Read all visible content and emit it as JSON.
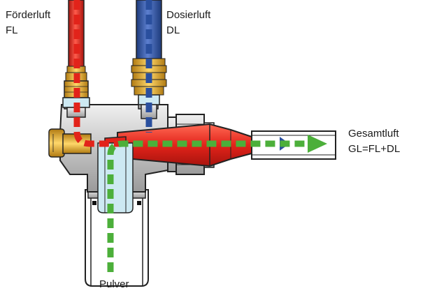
{
  "labels": {
    "foerderluft_name": "Förderluft",
    "foerderluft_abbr": "FL",
    "dosierluft_name": "Dosierluft",
    "dosierluft_abbr": "DL",
    "gesamtluft_name": "Gesamtluft",
    "gesamtluft_formula": "GL=FL+DL",
    "pulver_name": "Pulver"
  },
  "colors": {
    "foerderluft": "#e2231a",
    "dosierluft": "#2a4f9e",
    "pulver_flow": "#4caf3a",
    "body_gray": "#c8c8c8",
    "brass": "#d9a72b",
    "light_blue": "#cde9f2"
  }
}
